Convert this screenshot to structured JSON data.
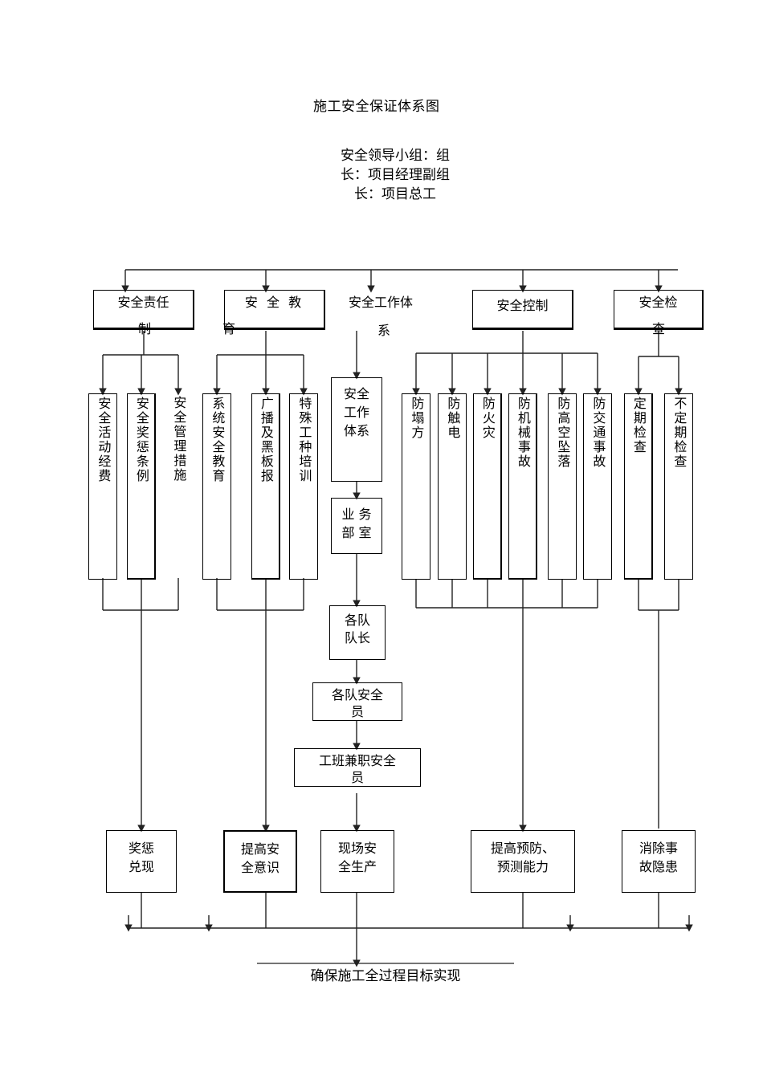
{
  "document": {
    "title": "施工安全保证体系图",
    "header": {
      "line1": "安全领导小组：组",
      "line2": "长：项目经理副组",
      "line3": "长：项目总工"
    }
  },
  "diagram": {
    "type": "flowchart",
    "level1": [
      {
        "id": "responsibility",
        "label": "安全责任",
        "overflow": "制"
      },
      {
        "id": "education",
        "label": "安 全 教",
        "overflow": "育"
      },
      {
        "id": "work-system",
        "label": "安全工作体",
        "overflow": "系",
        "boxed": false
      },
      {
        "id": "control",
        "label": "安全控制",
        "overflow": ""
      },
      {
        "id": "inspection",
        "label": "安全检",
        "overflow": "查"
      }
    ],
    "level2": {
      "responsibility": [
        {
          "id": "activity-fund",
          "label": "安全活动经费"
        },
        {
          "id": "reward-penalty-rule",
          "label": "安全奖惩条例"
        },
        {
          "id": "management-measure",
          "label": "安全管理措施",
          "boxed": false
        }
      ],
      "education": [
        {
          "id": "system-safety-education",
          "label": "系统安全教育"
        },
        {
          "id": "broadcast-blackboard",
          "label": "广播及黑板报"
        },
        {
          "id": "special-work-training",
          "label": "特殊工种培训"
        }
      ],
      "control": [
        {
          "id": "anti-collapse",
          "label": "防塌方"
        },
        {
          "id": "anti-electric-shock",
          "label": "防触电"
        },
        {
          "id": "anti-fire",
          "label": "防火灾"
        },
        {
          "id": "anti-machine-accident",
          "label": "防机械事故"
        },
        {
          "id": "anti-fall",
          "label": "防高空坠落"
        },
        {
          "id": "anti-traffic-accident",
          "label": "防交通事故"
        }
      ],
      "inspection": [
        {
          "id": "regular-inspection",
          "label": "定期检查"
        },
        {
          "id": "irregular-inspection",
          "label": "不定期检查"
        }
      ]
    },
    "center_chain": [
      {
        "id": "safety-work-system",
        "label": "安全\n工作\n体系"
      },
      {
        "id": "business-department",
        "label": "业 务\n部 室"
      },
      {
        "id": "team-leader",
        "label": "各队\n队长"
      },
      {
        "id": "team-safety-officer",
        "label": "各队安全\n员"
      },
      {
        "id": "shift-part-time-safety-officer",
        "label": "工班兼职安全\n员"
      }
    ],
    "outcomes": [
      {
        "id": "reward-penalty-redeem",
        "label": "奖惩\n兑现",
        "emphasis": false
      },
      {
        "id": "raise-safety-awareness",
        "label": "提高安\n全意识",
        "emphasis": true
      },
      {
        "id": "site-safe-production",
        "label": "现场安\n全生产",
        "emphasis": false
      },
      {
        "id": "raise-prevention-ability",
        "label": "提高预防、\n预测能力",
        "emphasis": false
      },
      {
        "id": "eliminate-hidden-danger",
        "label": "消除事\n故隐患",
        "emphasis": false
      }
    ],
    "goal": {
      "id": "final-goal",
      "label": "确保施工全过程目标实现"
    }
  }
}
